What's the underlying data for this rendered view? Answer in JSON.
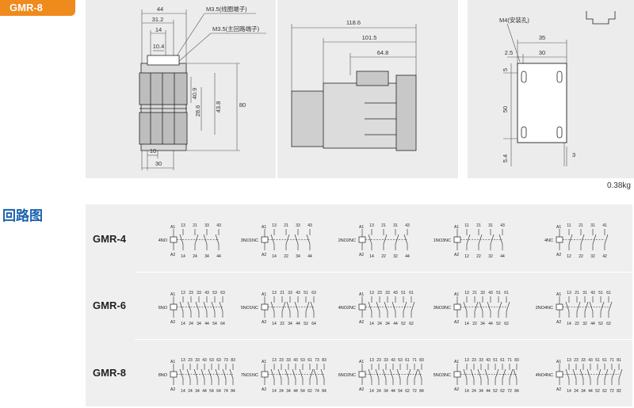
{
  "header": {
    "model": "GMR-8"
  },
  "front_view": {
    "dims": {
      "w44": "44",
      "w31_2": "31.2",
      "w14": "14",
      "w10_4": "10.4",
      "h40_9": "40.9",
      "h28_6": "28.6",
      "h43_8": "43.8",
      "h80": "80",
      "b10": "10",
      "b30": "30"
    },
    "callouts": {
      "coil_terminal": "M3.5(线圈端子)",
      "main_terminal": "M3.5(主回路端子)"
    }
  },
  "side_view": {
    "dims": {
      "d118_6": "118.6",
      "d101_5": "101.5",
      "d64_8": "64.8"
    }
  },
  "mount_view": {
    "hole_label": "M4(安装孔)",
    "dims": {
      "d35": "35",
      "d2_5": "2.5",
      "d30": "30",
      "d5": "5",
      "d50": "50",
      "d5_4": "5.4",
      "d3": "3"
    }
  },
  "weight": "0.38kg",
  "section_title": "回路图",
  "circuit_rows": [
    {
      "label": "GMR-4",
      "diagrams": [
        {
          "config": "4NO",
          "top": [
            "13",
            "21",
            "33",
            "43"
          ],
          "bottom": [
            "14",
            "24",
            "34",
            "44"
          ]
        },
        {
          "config": "3NO1NC",
          "top": [
            "13",
            "21",
            "33",
            "43"
          ],
          "bottom": [
            "14",
            "22",
            "34",
            "44"
          ]
        },
        {
          "config": "2NO2NC",
          "top": [
            "13",
            "21",
            "31",
            "43"
          ],
          "bottom": [
            "14",
            "22",
            "32",
            "44"
          ]
        },
        {
          "config": "1NO3NC",
          "top": [
            "11",
            "21",
            "31",
            "43"
          ],
          "bottom": [
            "12",
            "22",
            "32",
            "44"
          ]
        },
        {
          "config": "4NC",
          "top": [
            "11",
            "21",
            "31",
            "41"
          ],
          "bottom": [
            "12",
            "22",
            "32",
            "42"
          ]
        }
      ]
    },
    {
      "label": "GMR-6",
      "diagrams": [
        {
          "config": "6NO",
          "top": [
            "13",
            "23",
            "33",
            "43",
            "53",
            "63"
          ],
          "bottom": [
            "14",
            "24",
            "34",
            "44",
            "54",
            "64"
          ]
        },
        {
          "config": "5NO1NC",
          "top": [
            "13",
            "21",
            "33",
            "43",
            "51",
            "63"
          ],
          "bottom": [
            "14",
            "22",
            "34",
            "44",
            "52",
            "64"
          ]
        },
        {
          "config": "4NO2NC",
          "top": [
            "13",
            "23",
            "33",
            "43",
            "51",
            "61"
          ],
          "bottom": [
            "14",
            "24",
            "34",
            "44",
            "52",
            "62"
          ]
        },
        {
          "config": "3NO3NC",
          "top": [
            "13",
            "21",
            "33",
            "43",
            "51",
            "61"
          ],
          "bottom": [
            "14",
            "22",
            "34",
            "44",
            "52",
            "62"
          ]
        },
        {
          "config": "2NO4NC",
          "top": [
            "13",
            "21",
            "31",
            "43",
            "51",
            "61"
          ],
          "bottom": [
            "14",
            "22",
            "32",
            "44",
            "52",
            "62"
          ]
        }
      ]
    },
    {
      "label": "GMR-8",
      "diagrams": [
        {
          "config": "8NO",
          "top": [
            "13",
            "23",
            "33",
            "43",
            "53",
            "63",
            "73",
            "83"
          ],
          "bottom": [
            "14",
            "24",
            "34",
            "44",
            "54",
            "64",
            "74",
            "84"
          ]
        },
        {
          "config": "7NO1NC",
          "top": [
            "13",
            "23",
            "33",
            "43",
            "53",
            "61",
            "73",
            "83"
          ],
          "bottom": [
            "14",
            "24",
            "34",
            "44",
            "54",
            "62",
            "74",
            "84"
          ]
        },
        {
          "config": "6NO2NC",
          "top": [
            "13",
            "23",
            "33",
            "43",
            "53",
            "61",
            "71",
            "83"
          ],
          "bottom": [
            "14",
            "24",
            "34",
            "44",
            "54",
            "62",
            "72",
            "84"
          ]
        },
        {
          "config": "5NO3NC",
          "top": [
            "13",
            "23",
            "33",
            "43",
            "51",
            "61",
            "71",
            "83"
          ],
          "bottom": [
            "14",
            "24",
            "34",
            "44",
            "52",
            "62",
            "72",
            "84"
          ]
        },
        {
          "config": "4NO4NC",
          "top": [
            "13",
            "23",
            "33",
            "43",
            "51",
            "61",
            "71",
            "81"
          ],
          "bottom": [
            "14",
            "24",
            "34",
            "44",
            "52",
            "62",
            "72",
            "82"
          ]
        }
      ]
    }
  ],
  "coil_labels": {
    "a1": "A1",
    "a2": "A2"
  }
}
